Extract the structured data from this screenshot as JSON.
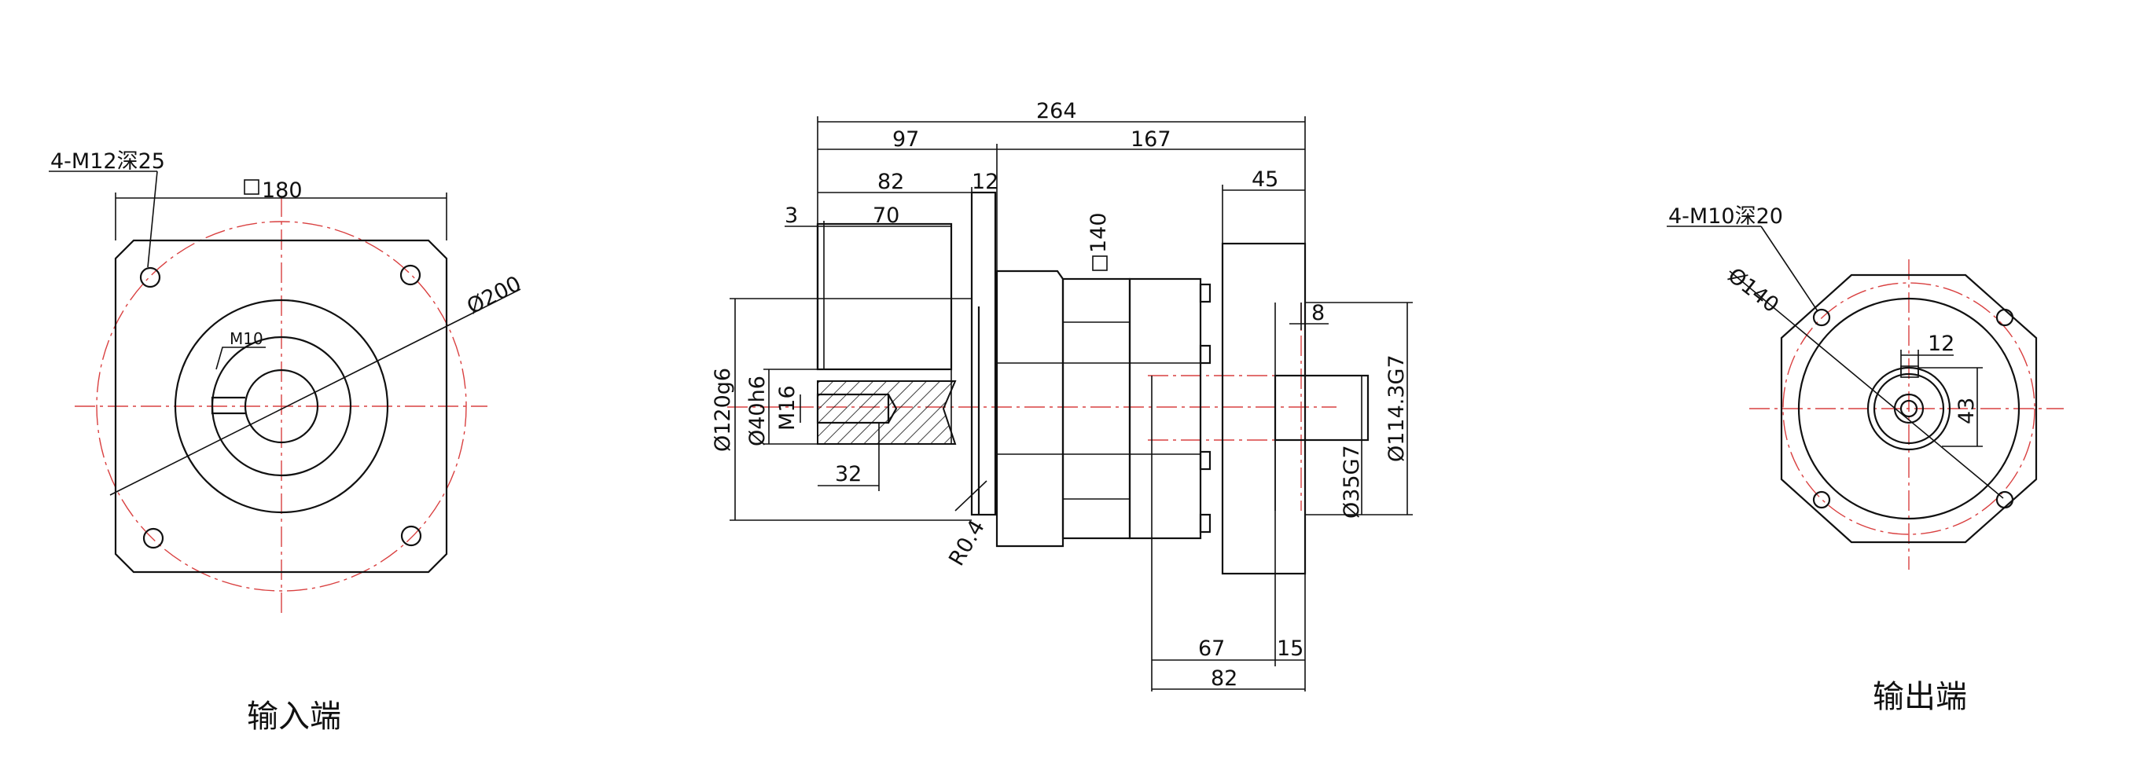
{
  "views": {
    "input": {
      "caption": "输入端",
      "hole_callout": "4-M12深25",
      "square_size": "180",
      "pcd": "Ø200",
      "key_thread": "M10"
    },
    "side": {
      "overall_length": "264",
      "length_97": "97",
      "length_167": "167",
      "length_82_top": "82",
      "length_12": "12",
      "length_3": "3",
      "length_70": "70",
      "flange_square": "140",
      "length_45": "45",
      "length_8": "8",
      "dia_120": "Ø120g6",
      "dia_40": "Ø40h6",
      "thread_m16": "M16",
      "length_32": "32",
      "radius": "R0.4",
      "dia_114": "Ø114.3G7",
      "dia_35": "Ø35G7",
      "length_67": "67",
      "length_15": "15",
      "length_82_bottom": "82"
    },
    "output": {
      "caption": "输出端",
      "hole_callout": "4-M10深20",
      "pcd": "Ø140",
      "key_width": "12",
      "key_height": "43"
    }
  }
}
